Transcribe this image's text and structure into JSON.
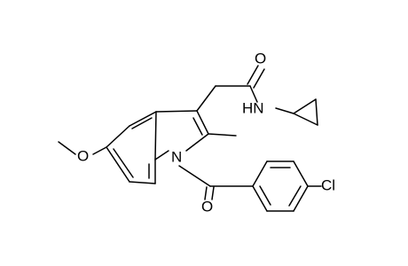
{
  "atoms": {
    "O_carbonyl": "O",
    "NH": "HN",
    "N_indole": "N",
    "O_methoxy": "O",
    "O_benzoyl": "O",
    "Cl": "Cl",
    "methyl": "methyl"
  }
}
